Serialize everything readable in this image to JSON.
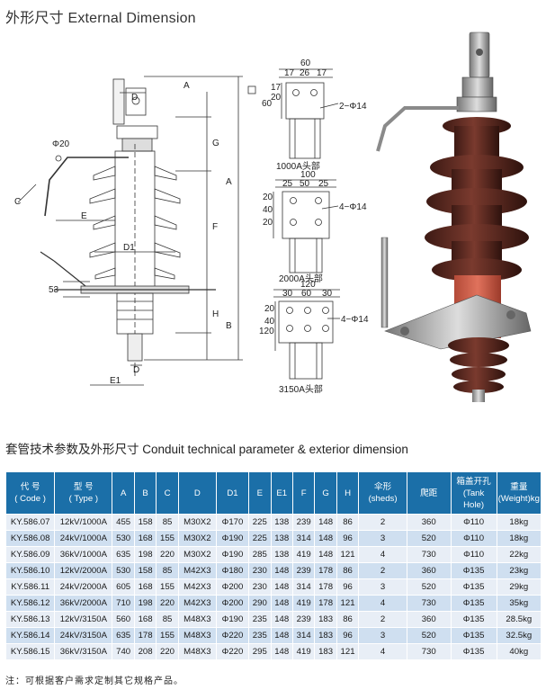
{
  "header": {
    "title": "外形尺寸 External Dimension",
    "table_title": "套管技术参数及外形尺寸  Conduit technical parameter & exterior dimension"
  },
  "drawing": {
    "labels": {
      "d_top": "D",
      "a_top": "A",
      "phi20": "Φ20",
      "g": "G",
      "a_right": "A",
      "c": "C",
      "e": "E",
      "f": "F",
      "d1": "D1",
      "dim53": "53",
      "h": "H",
      "b": "B",
      "d_bottom": "D",
      "e1": "E1"
    },
    "heads": [
      {
        "name": "1000A头部",
        "top_dims": [
          "60",
          "17",
          "26",
          "17"
        ],
        "side_dims": [
          "17",
          "60",
          "20"
        ],
        "hole": "2−Φ14"
      },
      {
        "name": "2000A头部",
        "top_dims": [
          "100",
          "25",
          "50",
          "25"
        ],
        "side_dims": [
          "20",
          "40",
          "20"
        ],
        "hole": "4−Φ14"
      },
      {
        "name": "3150A头部",
        "top_dims": [
          "120",
          "30",
          "60",
          "30"
        ],
        "side_dims": [
          "20",
          "40",
          "120"
        ],
        "hole": "4−Φ14"
      }
    ]
  },
  "table": {
    "headers": [
      [
        "代 号",
        "( Code )"
      ],
      [
        "型 号",
        "( Type )"
      ],
      [
        "A"
      ],
      [
        "B"
      ],
      [
        "C"
      ],
      [
        "D"
      ],
      [
        "D1"
      ],
      [
        "E"
      ],
      [
        "E1"
      ],
      [
        "F"
      ],
      [
        "G"
      ],
      [
        "H"
      ],
      [
        "伞形",
        "(sheds)"
      ],
      [
        "爬距"
      ],
      [
        "箱盖开孔",
        "(Tank Hole)"
      ],
      [
        "重量",
        "(Weight)kg"
      ]
    ],
    "rows": [
      [
        "KY.586.07",
        "12kV/1000A",
        "455",
        "158",
        "85",
        "M30X2",
        "Φ170",
        "225",
        "138",
        "239",
        "148",
        "86",
        "2",
        "360",
        "Φ110",
        "18kg"
      ],
      [
        "KY.586.08",
        "24kV/1000A",
        "530",
        "168",
        "155",
        "M30X2",
        "Φ190",
        "225",
        "138",
        "314",
        "148",
        "96",
        "3",
        "520",
        "Φ110",
        "18kg"
      ],
      [
        "KY.586.09",
        "36kV/1000A",
        "635",
        "198",
        "220",
        "M30X2",
        "Φ190",
        "285",
        "138",
        "419",
        "148",
        "121",
        "4",
        "730",
        "Φ110",
        "22kg"
      ],
      [
        "KY.586.10",
        "12kV/2000A",
        "530",
        "158",
        "85",
        "M42X3",
        "Φ180",
        "230",
        "148",
        "239",
        "178",
        "86",
        "2",
        "360",
        "Φ135",
        "23kg"
      ],
      [
        "KY.586.11",
        "24kV/2000A",
        "605",
        "168",
        "155",
        "M42X3",
        "Φ200",
        "230",
        "148",
        "314",
        "178",
        "96",
        "3",
        "520",
        "Φ135",
        "29kg"
      ],
      [
        "KY.586.12",
        "36kV/2000A",
        "710",
        "198",
        "220",
        "M42X3",
        "Φ200",
        "290",
        "148",
        "419",
        "178",
        "121",
        "4",
        "730",
        "Φ135",
        "35kg"
      ],
      [
        "KY.586.13",
        "12kV/3150A",
        "560",
        "168",
        "85",
        "M48X3",
        "Φ190",
        "235",
        "148",
        "239",
        "183",
        "86",
        "2",
        "360",
        "Φ135",
        "28.5kg"
      ],
      [
        "KY.586.14",
        "24kV/3150A",
        "635",
        "178",
        "155",
        "M48X3",
        "Φ220",
        "235",
        "148",
        "314",
        "183",
        "96",
        "3",
        "520",
        "Φ135",
        "32.5kg"
      ],
      [
        "KY.586.15",
        "36kV/3150A",
        "740",
        "208",
        "220",
        "M48X3",
        "Φ220",
        "295",
        "148",
        "419",
        "183",
        "121",
        "4",
        "730",
        "Φ135",
        "40kg"
      ]
    ]
  },
  "note": "注：可根据客户需求定制其它规格产品。",
  "colors": {
    "table_header": "#1b6fa8",
    "row_light": "#e8eef6",
    "row_dark": "#cfdff0",
    "porcelain": "#5a2a22"
  }
}
